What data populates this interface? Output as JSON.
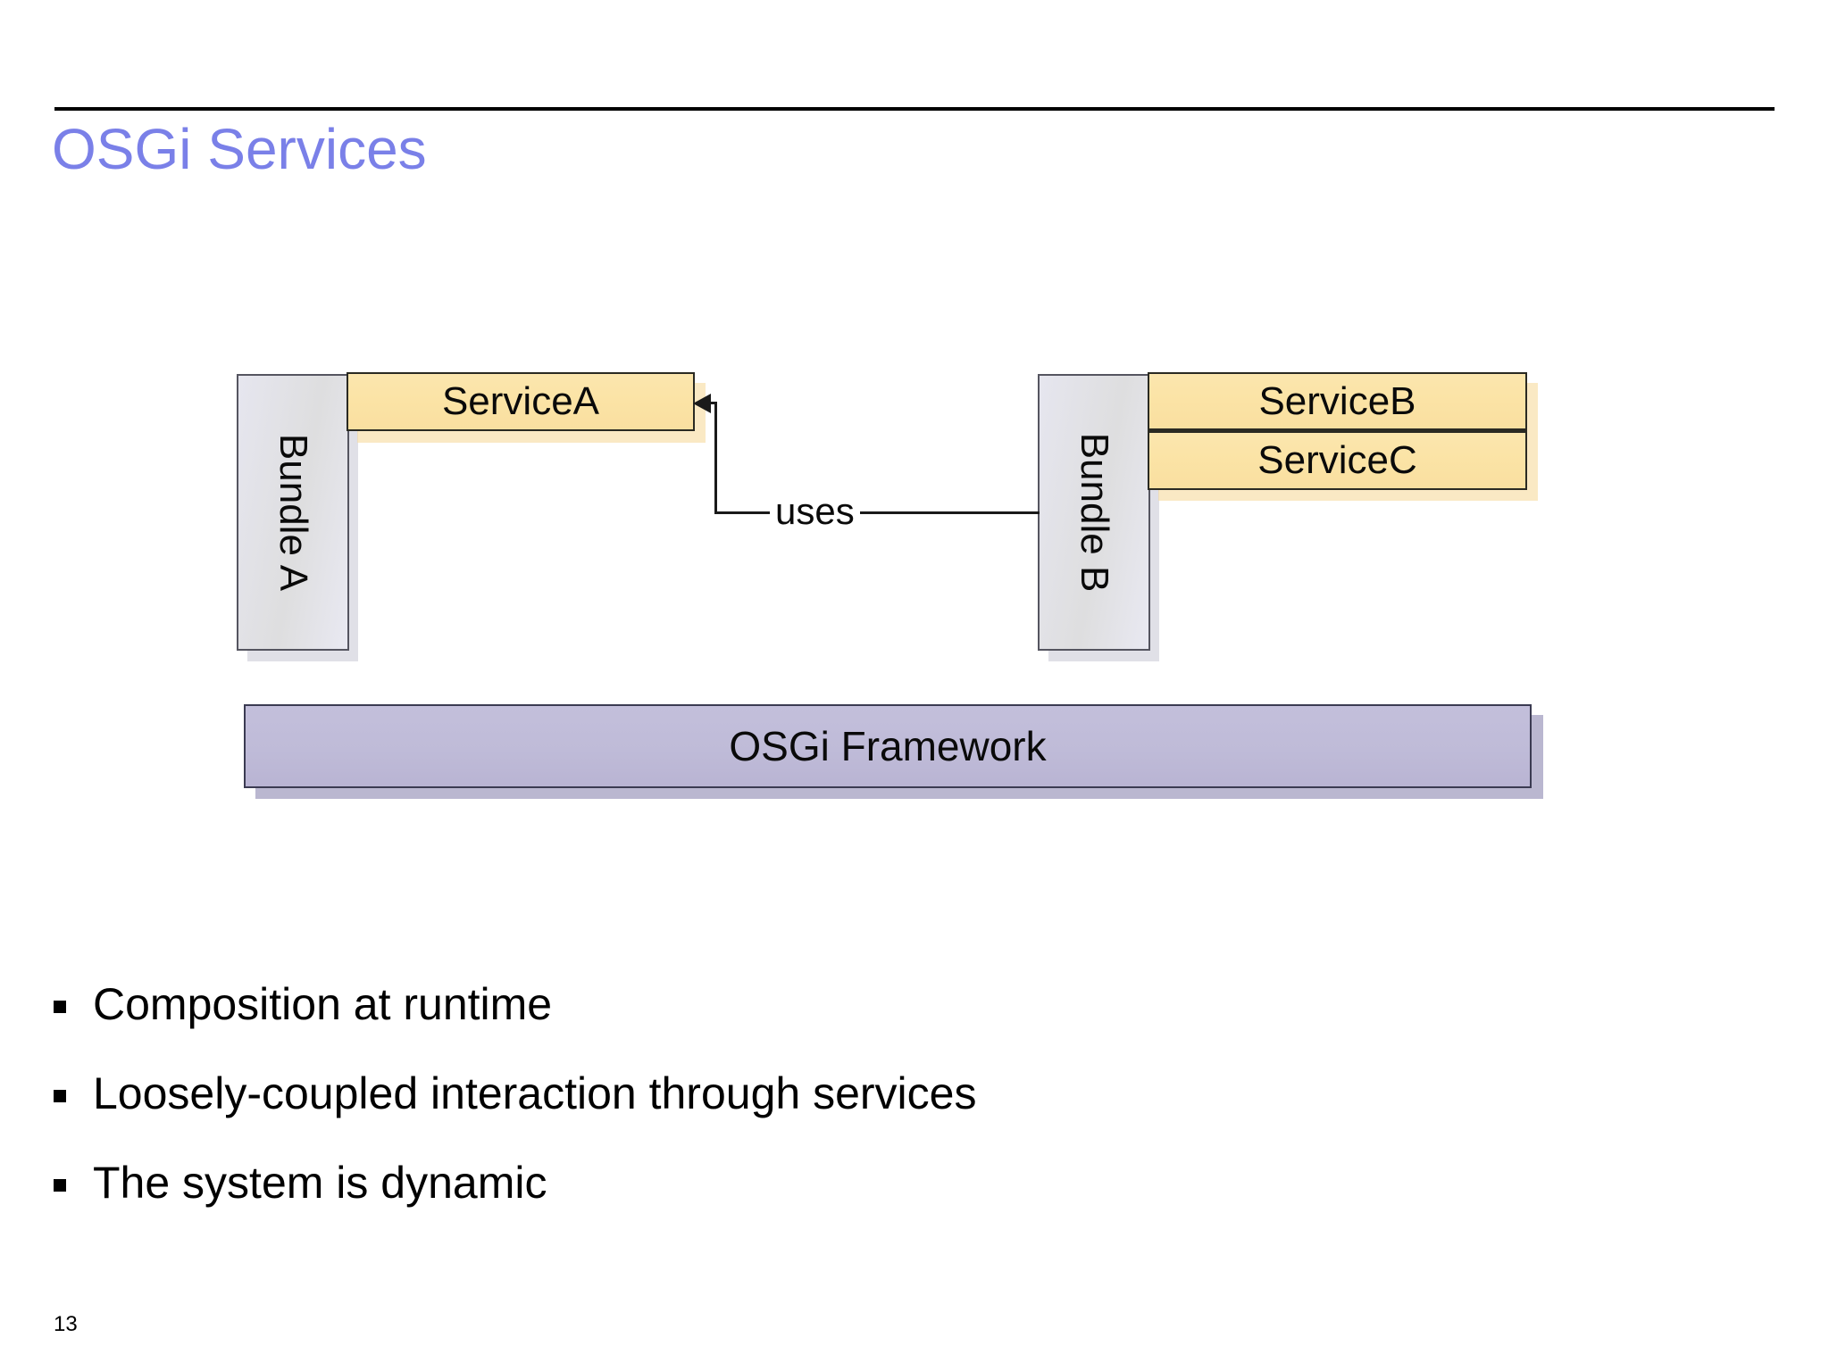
{
  "slide": {
    "title": "OSGi Services",
    "title_color": "#7a80e8",
    "page_number": "13"
  },
  "diagram": {
    "bundle_a": {
      "label": "Bundle A"
    },
    "bundle_b": {
      "label": "Bundle B"
    },
    "service_a": {
      "label": "ServiceA"
    },
    "service_b": {
      "label": "ServiceB"
    },
    "service_c": {
      "label": "ServiceC"
    },
    "framework": {
      "label": "OSGi Framework"
    },
    "connector": {
      "label": "uses"
    },
    "colors": {
      "service_fill": "#fbe3a5",
      "bundle_fill": "#e2e2ec",
      "framework_fill": "#bfbbd8",
      "line": "#1a1a1a"
    }
  },
  "bullets": [
    {
      "text": "Composition at runtime"
    },
    {
      "text": "Loosely-coupled interaction through services"
    },
    {
      "text": "The system is dynamic"
    }
  ]
}
